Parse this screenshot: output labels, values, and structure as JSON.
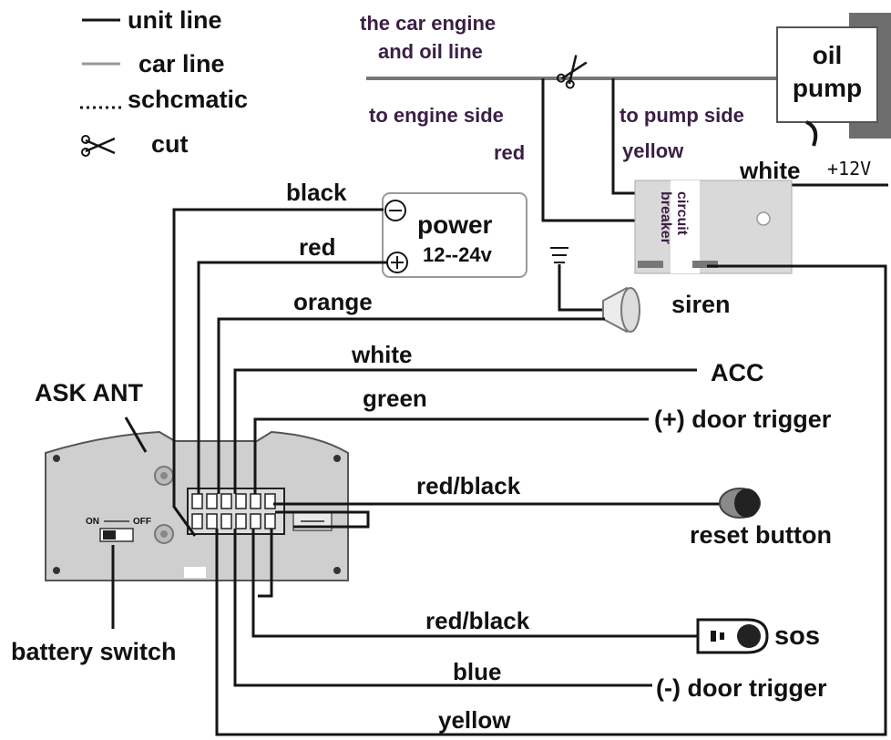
{
  "legend": {
    "unit_line": "unit line",
    "car_line": "car line",
    "schematic": "schcmatic",
    "cut": "cut"
  },
  "engine_line": {
    "line1": "the car engine",
    "line2": "and oil line"
  },
  "oil_pump": {
    "line1": "oil",
    "line2": "pump"
  },
  "engine_side": "to engine side",
  "pump_side": "to pump side",
  "wire_red_top": "red",
  "wire_yellow_top": "yellow",
  "wire_white_top": "white",
  "plus12v": "+12V",
  "circuit_breaker": {
    "line1": "circuit",
    "line2": "breaker"
  },
  "power": {
    "title": "power",
    "range": "12--24v"
  },
  "siren": "siren",
  "wires": {
    "black": "black",
    "red": "red",
    "orange": "orange",
    "white": "white",
    "green": "green",
    "red_black_1": "red/black",
    "red_black_2": "red/black",
    "blue": "blue",
    "yellow": "yellow"
  },
  "ask_ant": "ASK ANT",
  "acc": "ACC",
  "door_trigger_pos": "(+) door trigger",
  "reset_button": "reset button",
  "sos": "sos",
  "door_trigger_neg": "(-) door trigger",
  "battery_switch": "battery switch",
  "switch": {
    "on": "ON",
    "off": "OFF"
  },
  "colors": {
    "unit_line": "#151515",
    "car_line": "#999999",
    "text": "#111111",
    "purple": "#3a1f44"
  }
}
